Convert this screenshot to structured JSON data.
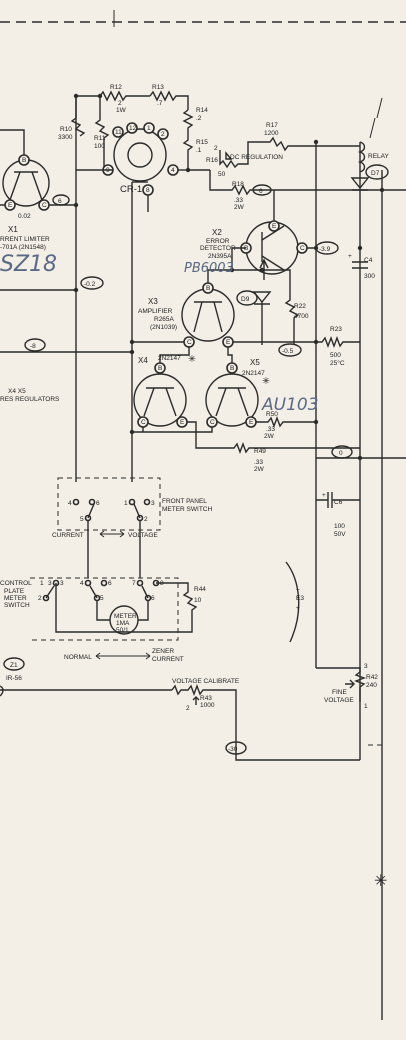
{
  "labels": {
    "x1_name": "X1",
    "x1_desc1": "RRENT LIMITER",
    "x1_desc2": "-701A (2N1548)",
    "x1_hand": "SZ18",
    "x1_dim": "0.02",
    "r10": "R10",
    "r10v": "3300",
    "r11": "R11",
    "r11v": "100",
    "r12": "R12",
    "r12v1": "2",
    "r12v2": "1W",
    "r13": "R13",
    "r13v": ".7",
    "r14": "R14",
    "r14v": ".2",
    "r15": "R15",
    "r15v": ".1",
    "r16": "R16",
    "r16v": "50",
    "r17": "R17",
    "r17v": "1200",
    "r18": "R18",
    "r18v1": ".33",
    "r18v2": "2W",
    "dc_reg": "DC REGULATION",
    "relay": "RELAY",
    "cr1": "CR-1",
    "x2_name": "X2",
    "x2_desc1": "ERROR",
    "x2_desc2": "DETECTOR",
    "x2_desc3": "2N395A",
    "x2_hand": "PB6003",
    "c4": "C4",
    "c4v": "300",
    "x3_name": "X3",
    "x3_desc1": "AMPLIFIER",
    "x3_desc2": "R265A",
    "x3_desc3": "(2N1039)",
    "d9": "D9",
    "r22": "R22",
    "r22v": "4700",
    "r23": "R23",
    "r23v1": "500",
    "r23v2": "25°C",
    "x4_name": "X4",
    "x4_type": "2N2147",
    "x5_name": "X5",
    "x5_type": "2N2147",
    "x5_hand": "AU103",
    "series_reg1": "X4  X5",
    "series_reg2": "RES REGULATORS",
    "r50": "R50",
    "r50v1": ".33",
    "r50v2": "2W",
    "r49": "R49",
    "r49v1": ".33",
    "r49v2": "2W",
    "front_panel1": "FRONT PANEL",
    "front_panel2": "METER SWITCH",
    "current": "CURRENT",
    "voltage": "VOLTAGE",
    "c6": "C6",
    "c6v1": "100",
    "c6v2": "50V",
    "control1": "CONTROL",
    "control2": "PLATE",
    "control3": "METER",
    "control4": "SWITCH",
    "r44": "R44",
    "r44v": "10",
    "meter1": "METER",
    "meter2": "1MA",
    "meter3": "50/1",
    "normal": "NORMAL",
    "zener1": "ZENER",
    "zener2": "CURRENT",
    "z1": "Z1",
    "z1_sub": "IR-56",
    "e3": "E3",
    "voltage_cal": "VOLTAGE CALIBRATE",
    "r43": "R43",
    "r43v": "1000",
    "r42": "R42",
    "r42v": "240",
    "fine1": "FINE",
    "fine2": "VOLTAGE",
    "n_minus02": "-0.2",
    "n_minus8": "-8",
    "n_6": "6",
    "n_39": "-3.9",
    "n_05": "-0.5",
    "n_0": "0",
    "n_30": "-30",
    "sw_pins": [
      "4",
      "6",
      "1",
      "3",
      "5",
      "2"
    ],
    "cp_pins": [
      "1",
      "3",
      "3",
      "4",
      "6",
      "7",
      "8",
      "2",
      "5",
      "6"
    ],
    "ring_pins": [
      "1",
      "2",
      "3",
      "4",
      "5",
      "6",
      "7",
      "8",
      "9",
      "10",
      "11",
      "12"
    ],
    "tr_pins": [
      "B",
      "E",
      "C"
    ],
    "plus": "+",
    "minus": "−",
    "num3": "3",
    "num1": "1",
    "num2": "2"
  }
}
